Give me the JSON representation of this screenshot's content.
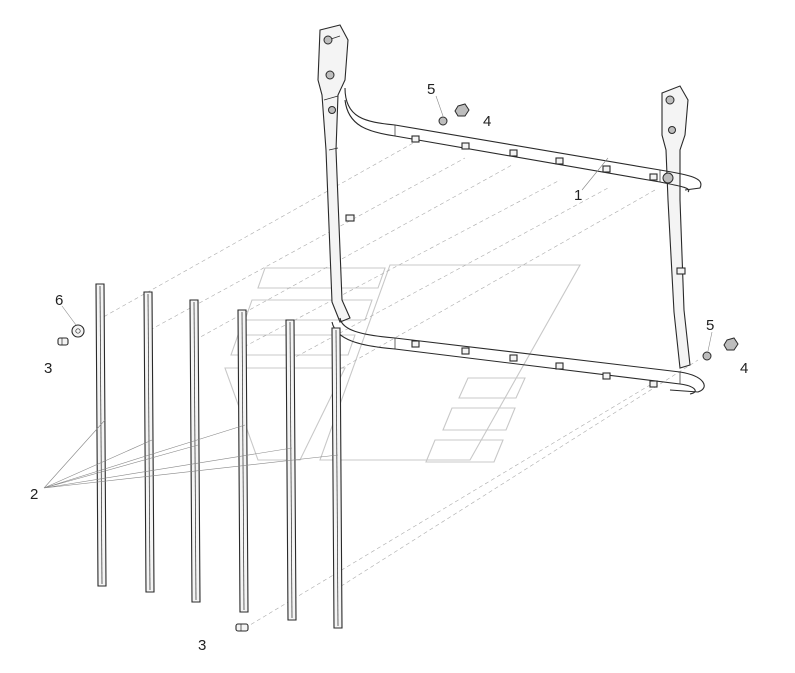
{
  "diagram": {
    "callouts": {
      "frame": "1",
      "seal_strips": "2",
      "bolt_left": "3",
      "bolt_bottom": "3",
      "nut_left": "4",
      "nut_right": "4",
      "washer_left": "5",
      "washer_right": "5",
      "washer_large": "6"
    }
  }
}
